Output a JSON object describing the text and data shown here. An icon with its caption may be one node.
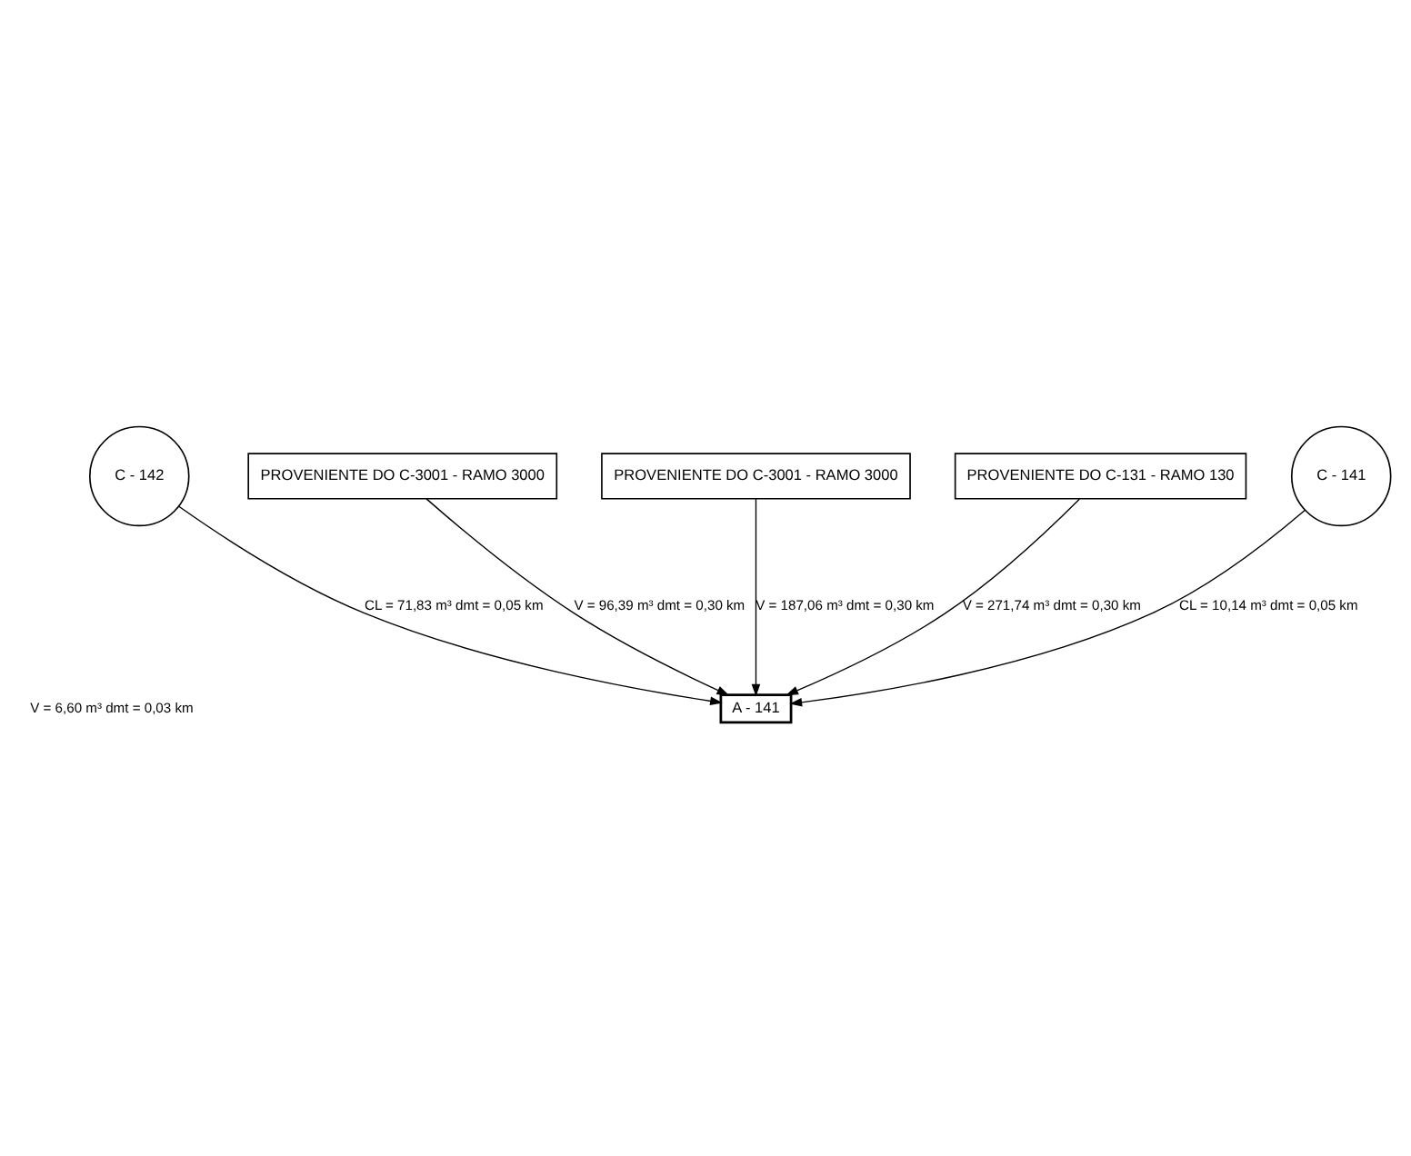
{
  "diagram": {
    "nodes": [
      {
        "text": [
          "C - 141"
        ]
      },
      {
        "text": [
          "C - 142"
        ]
      },
      {
        "text": [
          "A - 141"
        ]
      },
      {
        "text": [
          "PROVENIENTE DO C-3001 - RAMO 3000"
        ]
      },
      {
        "text": [
          "PROVENIENTE DO C-3001 - RAMO 3000"
        ]
      },
      {
        "text": [
          "PROVENIENTE DO C-131 - RAMO 130"
        ]
      }
    ],
    "edges": [
      {
        "from": 0,
        "to": 2,
        "arrow": "to",
        "label": "CL = 10,14 m³ dmt = 0,05 km"
      },
      {
        "from": 1,
        "to": 2,
        "arrow": "to",
        "label": "CL = 71,83 m³ dmt = 0,05 km"
      },
      {
        "from": 3,
        "to": 2,
        "arrow": "to",
        "label": "V = 96,39 m³ dmt = 0,30 km"
      },
      {
        "from": 4,
        "to": 2,
        "arrow": "to",
        "label": "V = 187,06 m³ dmt = 0,30 km"
      },
      {
        "from": 5,
        "to": 2,
        "arrow": "to",
        "label": "V = 271,74 m³ dmt = 0,30 km"
      }
    ],
    "labels": [
      "V = 6,60 m³ dmt = 0,03 km"
    ]
  }
}
